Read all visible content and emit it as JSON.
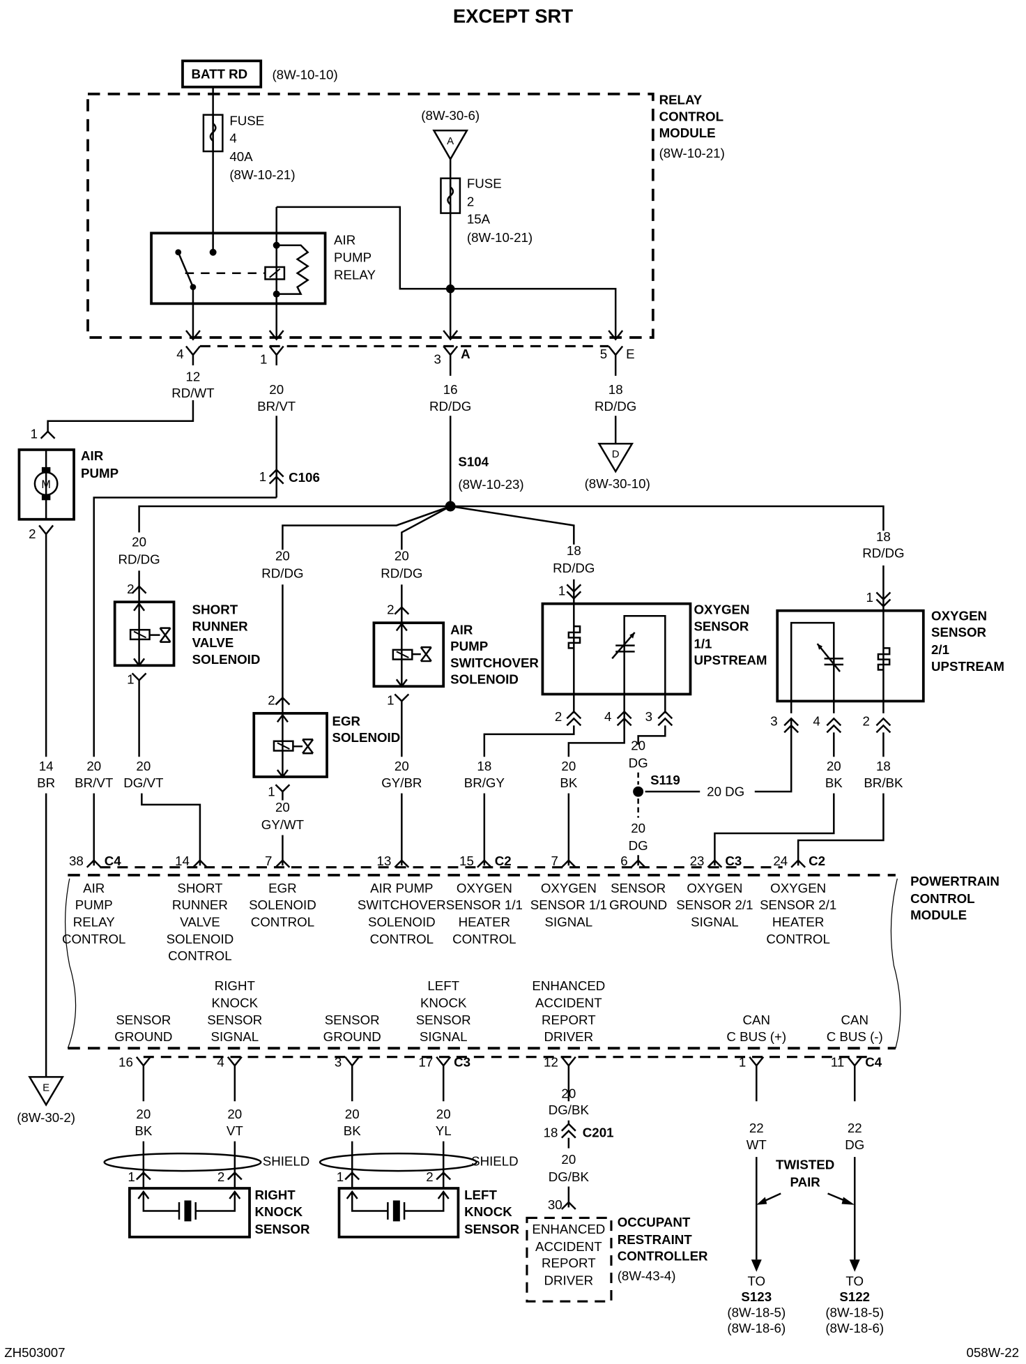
{
  "title": "EXCEPT SRT",
  "footer": {
    "left_code": "ZH503007",
    "right_code": "058W-22"
  },
  "batt": {
    "label": "BATT RD",
    "ref": "(8W-10-10)"
  },
  "relay_control_module": {
    "name_lines": [
      "RELAY",
      "CONTROL",
      "MODULE"
    ],
    "ref": "(8W-10-21)"
  },
  "fuse4": {
    "lines": [
      "FUSE",
      "4",
      "40A",
      "(8W-10-21)"
    ]
  },
  "fuse2": {
    "lines": [
      "FUSE",
      "2",
      "15A",
      "(8W-10-21)"
    ]
  },
  "ref_a": {
    "ref": "(8W-30-6)",
    "letter": "A"
  },
  "air_pump_relay": {
    "lines": [
      "AIR",
      "PUMP",
      "RELAY"
    ]
  },
  "rcm_pins": [
    {
      "pin": "4",
      "gauge": "12",
      "color": "RD/WT"
    },
    {
      "pin": "1",
      "gauge": "20",
      "color": "BR/VT"
    },
    {
      "pin": "3",
      "suffix": "A",
      "gauge": "16",
      "color": "RD/DG"
    },
    {
      "pin": "5",
      "suffix": "E",
      "gauge": "18",
      "color": "RD/DG"
    }
  ],
  "ref_d": {
    "letter": "D",
    "ref": "(8W-30-10)"
  },
  "air_pump": {
    "lines": [
      "AIR",
      "PUMP"
    ],
    "motor": "M",
    "pin_top": "1",
    "pin_bottom": "2",
    "wire_gauge": "14",
    "wire_color": "BR"
  },
  "ref_e": {
    "letter": "E",
    "ref": "(8W-30-2)"
  },
  "c106": {
    "pin": "1",
    "name": "C106"
  },
  "s104": {
    "name": "S104",
    "ref": "(8W-10-23)"
  },
  "s119": {
    "name": "S119",
    "wire": "20  DG"
  },
  "short_runner": {
    "lines": [
      "SHORT",
      "RUNNER",
      "VALVE",
      "SOLENOID"
    ],
    "pin_top": "2",
    "pin_bottom": "1",
    "in_gauge": "20",
    "in_color": "RD/DG",
    "out_gauge": "20",
    "out_color": "DG/VT"
  },
  "egr": {
    "lines": [
      "EGR",
      "SOLENOID"
    ],
    "pin_top": "2",
    "pin_bottom": "1",
    "in_gauge": "20",
    "in_color": "RD/DG",
    "out_gauge": "20",
    "out_color": "GY/WT"
  },
  "aps": {
    "lines": [
      "AIR",
      "PUMP",
      "SWITCHOVER",
      "SOLENOID"
    ],
    "pin_top": "2",
    "pin_bottom": "1",
    "in_gauge": "20",
    "in_color": "RD/DG",
    "out_gauge": "20",
    "out_color": "GY/BR"
  },
  "o2_11": {
    "lines": [
      "OXYGEN",
      "SENSOR",
      "1/1",
      "UPSTREAM"
    ],
    "pin1": "1",
    "pin2": "2",
    "pin4": "4",
    "pin3": "3",
    "in_gauge": "18",
    "in_color": "RD/DG",
    "p2_gauge": "18",
    "p2_color": "BR/GY",
    "p4_gauge": "20",
    "p4_color": "BK",
    "p3_gauge": "20",
    "p3_color": "DG"
  },
  "o2_21": {
    "lines": [
      "OXYGEN",
      "SENSOR",
      "2/1",
      "UPSTREAM"
    ],
    "pin1": "1",
    "pin3": "3",
    "pin4": "4",
    "pin2": "2",
    "in_gauge": "18",
    "in_color": "RD/DG",
    "p4_gauge": "20",
    "p4_color": "BK",
    "p2_gauge": "18",
    "p2_color": "BR/BK"
  },
  "apr_wire": {
    "gauge": "20",
    "color": "BR/VT"
  },
  "s119_down": {
    "gauge": "20",
    "color": "DG"
  },
  "pcm": {
    "name_lines": [
      "POWERTRAIN",
      "CONTROL",
      "MODULE"
    ],
    "top_pins": [
      {
        "pin": "38",
        "conn": "C4",
        "lines": [
          "AIR",
          "PUMP",
          "RELAY",
          "CONTROL"
        ]
      },
      {
        "pin": "14",
        "lines": [
          "SHORT",
          "RUNNER",
          "VALVE",
          "SOLENOID",
          "CONTROL"
        ]
      },
      {
        "pin": "7",
        "lines": [
          "EGR",
          "SOLENOID",
          "CONTROL"
        ]
      },
      {
        "pin": "13",
        "lines": [
          "AIR PUMP",
          "SWITCHOVER",
          "SOLENOID",
          "CONTROL"
        ]
      },
      {
        "pin": "15",
        "conn": "C2",
        "lines": [
          "OXYGEN",
          "SENSOR 1/1",
          "HEATER",
          "CONTROL"
        ]
      },
      {
        "pin": "7",
        "lines": [
          "OXYGEN",
          "SENSOR 1/1",
          "SIGNAL"
        ]
      },
      {
        "pin": "6",
        "lines": [
          "SENSOR",
          "GROUND"
        ]
      },
      {
        "pin": "23",
        "conn": "C3",
        "lines": [
          "OXYGEN",
          "SENSOR 2/1",
          "SIGNAL"
        ]
      },
      {
        "pin": "24",
        "conn": "C2",
        "lines": [
          "OXYGEN",
          "SENSOR 2/1",
          "HEATER",
          "CONTROL"
        ]
      }
    ],
    "bottom_pins": [
      {
        "pin": "16",
        "lines": [
          "SENSOR",
          "GROUND"
        ],
        "gauge": "20",
        "color": "BK"
      },
      {
        "pin": "4",
        "lines": [
          "RIGHT",
          "KNOCK",
          "SENSOR",
          "SIGNAL"
        ],
        "gauge": "20",
        "color": "VT"
      },
      {
        "pin": "3",
        "lines": [
          "SENSOR",
          "GROUND"
        ],
        "gauge": "20",
        "color": "BK"
      },
      {
        "pin": "17",
        "conn": "C3",
        "lines": [
          "LEFT",
          "KNOCK",
          "SENSOR",
          "SIGNAL"
        ],
        "gauge": "20",
        "color": "YL"
      },
      {
        "pin": "12",
        "lines": [
          "ENHANCED",
          "ACCIDENT",
          "REPORT",
          "DRIVER"
        ],
        "gauge": "20",
        "color": "DG/BK"
      },
      {
        "pin": "1",
        "lines": [
          "CAN",
          "C BUS (+)"
        ],
        "gauge": "22",
        "color": "WT"
      },
      {
        "pin": "11",
        "conn": "C4",
        "lines": [
          "CAN",
          "C BUS (-)"
        ],
        "gauge": "22",
        "color": "DG"
      }
    ]
  },
  "shield_label": "SHIELD",
  "right_knock": {
    "lines": [
      "RIGHT",
      "KNOCK",
      "SENSOR"
    ],
    "pin1": "1",
    "pin2": "2"
  },
  "left_knock": {
    "lines": [
      "LEFT",
      "KNOCK",
      "SENSOR"
    ],
    "pin1": "1",
    "pin2": "2"
  },
  "c201": {
    "pin": "18",
    "name": "C201",
    "gauge": "20",
    "color": "DG/BK"
  },
  "orc": {
    "pin": "30",
    "inner_lines": [
      "ENHANCED",
      "ACCIDENT",
      "REPORT",
      "DRIVER"
    ],
    "name_lines": [
      "OCCUPANT",
      "RESTRAINT",
      "CONTROLLER"
    ],
    "ref": "(8W-43-4)"
  },
  "twisted_pair": {
    "lines": [
      "TWISTED",
      "PAIR"
    ]
  },
  "to_s123": {
    "lines": [
      "TO",
      "S123",
      "(8W-18-5)",
      "(8W-18-6)"
    ]
  },
  "to_s122": {
    "lines": [
      "TO",
      "S122",
      "(8W-18-5)",
      "(8W-18-6)"
    ]
  }
}
